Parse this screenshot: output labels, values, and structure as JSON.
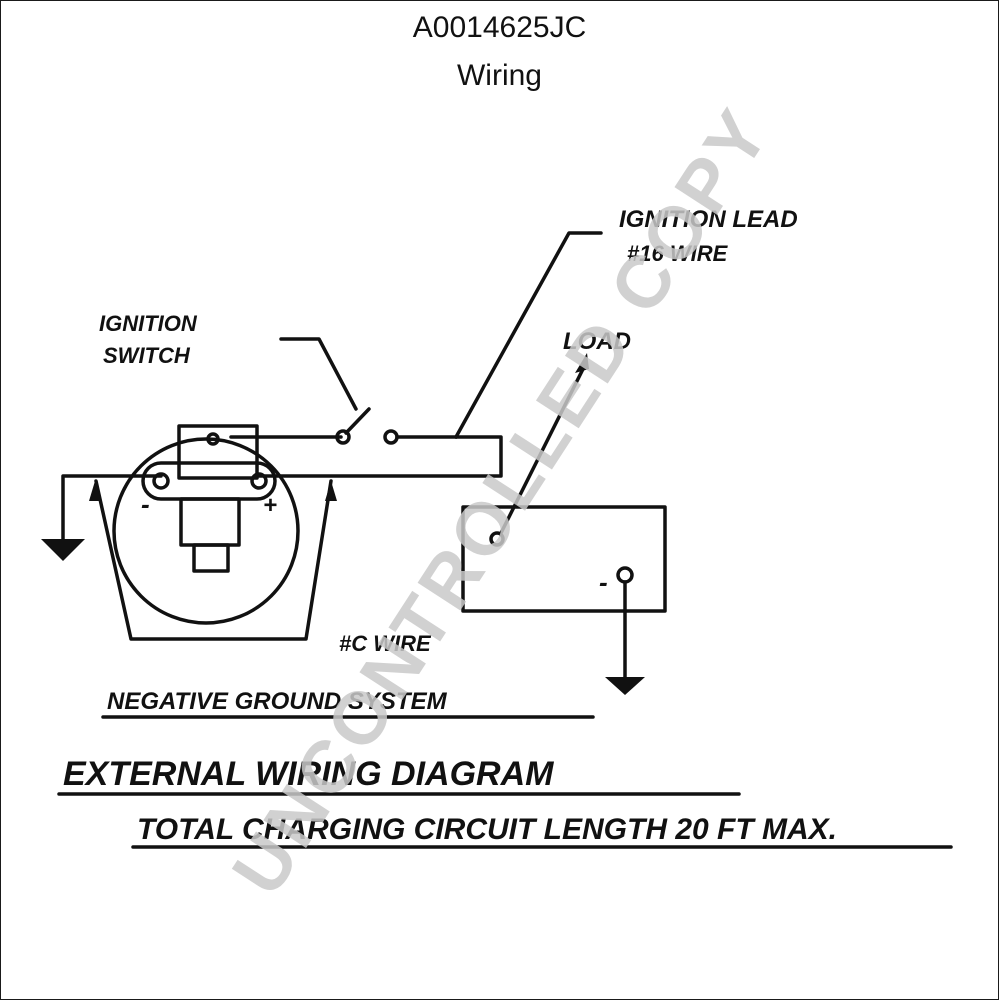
{
  "header": {
    "part_number": "A0014625JC",
    "subtitle": "Wiring"
  },
  "labels": {
    "ignition_lead": "IGNITION LEAD",
    "wire_gauge": "#16 WIRE",
    "load": "LOAD",
    "ignition_switch_1": "IGNITION",
    "ignition_switch_2": "SWITCH",
    "neg_terminal": "-",
    "pos_terminal": "+",
    "battery_neg": "-",
    "ground_wire": "#C WIRE",
    "system": "NEGATIVE GROUND SYSTEM",
    "title": "EXTERNAL WIRING DIAGRAM",
    "note": "TOTAL CHARGING CIRCUIT LENGTH 20 FT MAX."
  },
  "watermark": "UNCONTROLLED COPY"
}
